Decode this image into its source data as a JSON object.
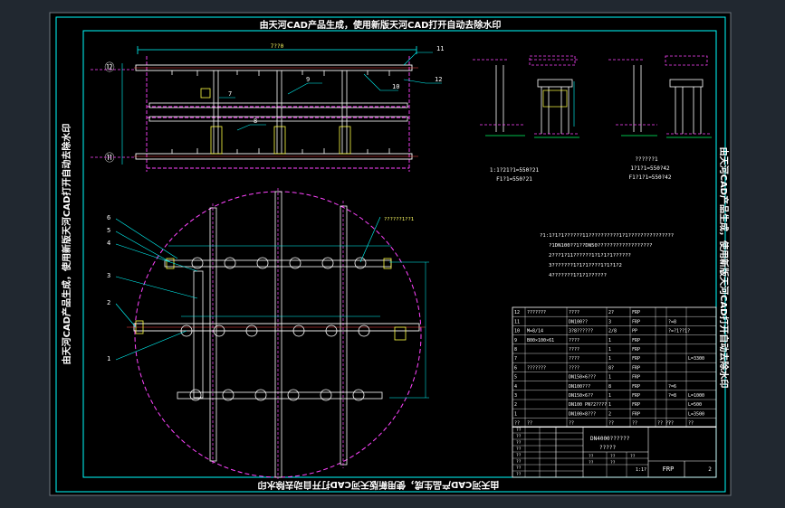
{
  "watermark": {
    "top": "由天河CAD产品生成，使用新版天河CAD打开自动去除水印",
    "bottom": "由天河CAD产品生成，使用新版天河CAD打开自动去除水印",
    "left": "由天河CAD产品生成，使用新版天河CAD打开自动去除水印",
    "right": "由天河CAD产品生成，使用新版天河CAD打开自动去除水印"
  },
  "elevation": {
    "top_dimension": "7??0",
    "level_top": "⑫",
    "level_bottom": "⑪",
    "callouts": [
      "11",
      "12",
      "10",
      "9",
      "7",
      "8"
    ]
  },
  "details": {
    "left_caption_1": "1:1?21?1=550?21",
    "left_caption_2": "F1?1=550?21",
    "right_caption_1": "??????1",
    "right_caption_2": "1?1?1=550?42",
    "right_caption_3": "F1?1?1=550?42"
  },
  "notes": [
    "?1:1?1?1??????11??????????1?1???????????????",
    "?1DN100??1??DN50??????????????????",
    "2???1?11??????1?1?1?1??????",
    "3???????1?1?1????1?1?1?2",
    "4???????1?1?1??????"
  ],
  "plan": {
    "callouts": [
      "6",
      "5",
      "4",
      "3",
      "2",
      "1"
    ],
    "right_label": "??????1??1"
  },
  "parts_table": {
    "rows": [
      {
        "no": "12",
        "code": "???????",
        "name": "????",
        "qty": "2?",
        "mat": "FRP",
        "w1": "",
        "w2": "",
        "note": ""
      },
      {
        "no": "11",
        "code": "",
        "name": "DN100??",
        "qty": "3",
        "mat": "FRP",
        "w1": "",
        "w2": "?=8",
        "note": ""
      },
      {
        "no": "10",
        "code": "M=8/14",
        "name": "3?8??????",
        "qty": "2/8",
        "mat": "PP",
        "w1": "",
        "w2": "?=?1??1?",
        "note": ""
      },
      {
        "no": "9",
        "code": "B00×100×61",
        "name": "????",
        "qty": "1",
        "mat": "FRP",
        "w1": "",
        "w2": "",
        "note": ""
      },
      {
        "no": "8",
        "code": "",
        "name": "????",
        "qty": "1",
        "mat": "FRP",
        "w1": "",
        "w2": "",
        "note": ""
      },
      {
        "no": "7",
        "code": "",
        "name": "????",
        "qty": "1",
        "mat": "FRP",
        "w1": "",
        "w2": "",
        "note": "L=3300"
      },
      {
        "no": "6",
        "code": "???????",
        "name": "????",
        "qty": "8?",
        "mat": "FRP",
        "w1": "",
        "w2": "",
        "note": ""
      },
      {
        "no": "5",
        "code": "",
        "name": "DN150×6???",
        "qty": "1",
        "mat": "FRP",
        "w1": "",
        "w2": "",
        "note": ""
      },
      {
        "no": "4",
        "code": "",
        "name": "DN100???",
        "qty": "8",
        "mat": "FRP",
        "w1": "",
        "w2": "?=6",
        "note": ""
      },
      {
        "no": "3",
        "code": "",
        "name": "DN150×6??",
        "qty": "1",
        "mat": "FRP",
        "w1": "",
        "w2": "?=8",
        "note": "L=1000"
      },
      {
        "no": "2",
        "code": "",
        "name": "DN100 PN?2????",
        "qty": "1",
        "mat": "FRP",
        "w1": "",
        "w2": "",
        "note": "L=500"
      },
      {
        "no": "1",
        "code": "",
        "name": "DN100×8???",
        "qty": "2",
        "mat": "FRP",
        "w1": "",
        "w2": "",
        "note": "L=3500"
      }
    ],
    "header": {
      "no": "??",
      "code": "??",
      "name": "??",
      "qty": "??",
      "mat": "??",
      "w1": "?? ??",
      "w2": "??",
      "note": "??"
    }
  },
  "title_block": {
    "title_1": "DN4000??????",
    "title_2": "?????",
    "material": "FRP",
    "sheet": "2",
    "scale": "1:1?",
    "left_cells": [
      "??",
      "??",
      "??",
      "??",
      "??",
      "??",
      "??",
      "??"
    ],
    "mid_cells": [
      "??",
      "??",
      "??",
      "??",
      "??"
    ]
  }
}
